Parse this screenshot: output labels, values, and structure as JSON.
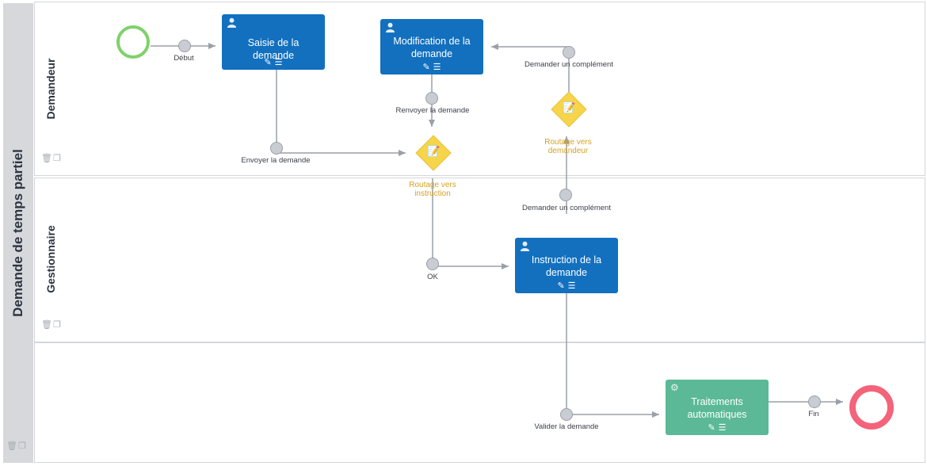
{
  "pool": {
    "title": "Demande de temps partiel"
  },
  "lanes": [
    {
      "title": "Demandeur"
    },
    {
      "title": "Gestionnaire"
    },
    {
      "title": ""
    }
  ],
  "lane_tools": {
    "delete_icon": "trash-icon",
    "copy_icon": "copy-icon"
  },
  "events": {
    "start": {
      "color": "#7ed26a"
    },
    "end": {
      "color": "#f3637a"
    }
  },
  "tasks": {
    "saisie": {
      "label": "Saisie de la demande",
      "icon": "user-icon"
    },
    "modification": {
      "label": "Modification de la demande",
      "icon": "user-icon"
    },
    "instruction": {
      "label": "Instruction de la demande",
      "icon": "user-icon"
    },
    "traitements": {
      "label": "Traitements automatiques",
      "icon": "gear-icon"
    }
  },
  "task_actions": {
    "edit_icon": "edit-icon",
    "menu_icon": "menu-icon"
  },
  "gateways": {
    "instruction": {
      "label": "Routage vers instruction"
    },
    "demandeur": {
      "label": "Routage vers demandeur"
    }
  },
  "flow_labels": {
    "debut": "Début",
    "envoyer": "Envoyer la demande",
    "renvoyer": "Renvoyer la demande",
    "demander_complement_top": "Demander un complément",
    "demander_complement_mid": "Demander un complément",
    "ok": "OK",
    "valider": "Valider la demande",
    "fin": "Fin"
  },
  "colors": {
    "user_task": "#1270bf",
    "service_task": "#5bb998",
    "gateway": "#f7d54b",
    "gateway_label": "#d4a226",
    "flow": "#9aa0a8"
  }
}
